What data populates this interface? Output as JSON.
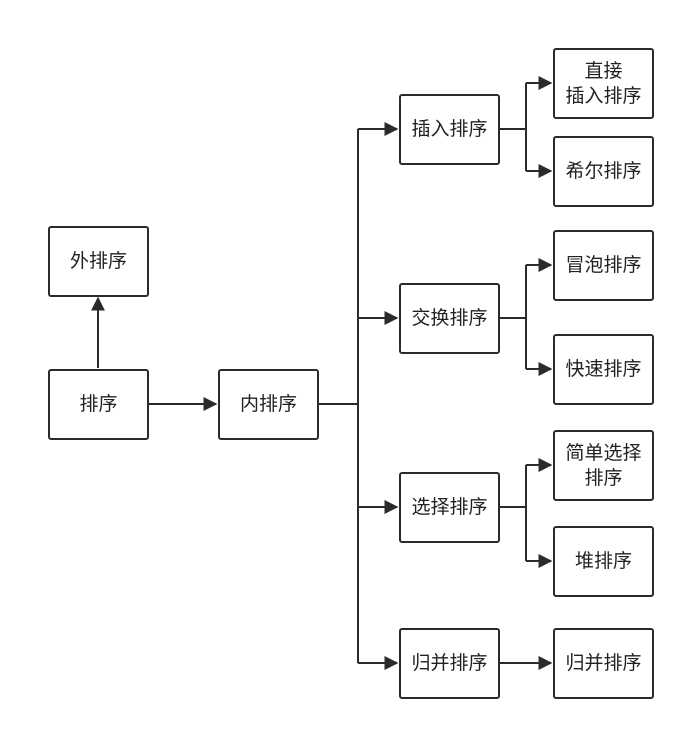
{
  "nodes": {
    "external_sort": "外排序",
    "sort": "排序",
    "internal_sort": "内排序",
    "insertion_sort": "插入排序",
    "exchange_sort": "交换排序",
    "selection_sort": "选择排序",
    "merge_sort": "归并排序",
    "direct_insertion_sort": "直接\n插入排序",
    "shell_sort": "希尔排序",
    "bubble_sort": "冒泡排序",
    "quick_sort": "快速排序",
    "simple_selection_sort": "简单选择\n排序",
    "heap_sort": "堆排序",
    "merge_sort_leaf": "归并排序"
  },
  "edges": [
    [
      "sort",
      "external_sort"
    ],
    [
      "sort",
      "internal_sort"
    ],
    [
      "internal_sort",
      "insertion_sort"
    ],
    [
      "internal_sort",
      "exchange_sort"
    ],
    [
      "internal_sort",
      "selection_sort"
    ],
    [
      "internal_sort",
      "merge_sort"
    ],
    [
      "insertion_sort",
      "direct_insertion_sort"
    ],
    [
      "insertion_sort",
      "shell_sort"
    ],
    [
      "exchange_sort",
      "bubble_sort"
    ],
    [
      "exchange_sort",
      "quick_sort"
    ],
    [
      "selection_sort",
      "simple_selection_sort"
    ],
    [
      "selection_sort",
      "heap_sort"
    ],
    [
      "merge_sort",
      "merge_sort_leaf"
    ]
  ],
  "colors": {
    "stroke": "#2b2b2b",
    "text": "#222222",
    "background": "#ffffff"
  }
}
